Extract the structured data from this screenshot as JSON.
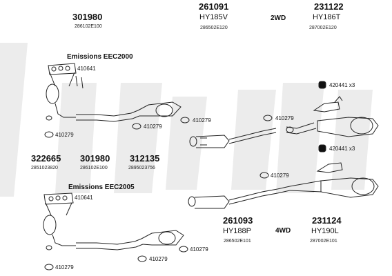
{
  "blocks": {
    "top_left": {
      "number": "301980",
      "code": "286102E100"
    },
    "top_mid": {
      "number": "261091",
      "model": "HY185V",
      "code": "286502E120"
    },
    "top_drive": "2WD",
    "top_right": {
      "number": "231122",
      "model": "HY186T",
      "code": "287002E120"
    },
    "mid_a": {
      "number": "322665",
      "code": "2851023820"
    },
    "mid_b": {
      "number": "301980",
      "code": "286102E100"
    },
    "mid_c": {
      "number": "312135",
      "code": "2895023756"
    },
    "bot_mid": {
      "number": "261093",
      "model": "HY188P",
      "code": "286502E101"
    },
    "bot_drive": "4WD",
    "bot_right": {
      "number": "231124",
      "model": "HY190L",
      "code": "287002E101"
    }
  },
  "headings": {
    "emissions_2000": "Emissions EEC2000",
    "emissions_2005": "Emissions EEC2005"
  },
  "part_labels": {
    "p410641_a": "410641",
    "p410279_a": "410279",
    "p410279_b": "410279",
    "p410279_c": "410279",
    "p410279_d": "410279",
    "p420441_a": "420441 x3",
    "p420441_b": "420441 x3",
    "p410279_e": "410279",
    "p410641_b": "410641",
    "p410279_f": "410279",
    "p410279_g": "410279",
    "p410279_h": "410279"
  },
  "colors": {
    "line": "#222222",
    "watermark": "#ececec"
  }
}
